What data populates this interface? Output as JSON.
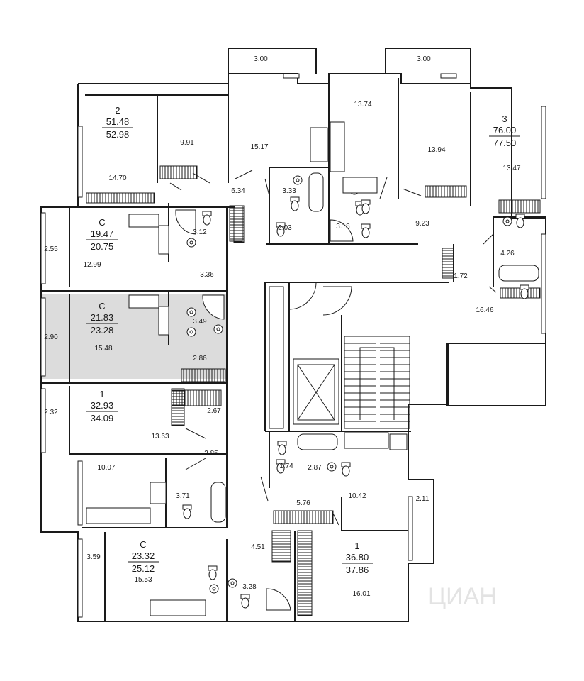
{
  "colors": {
    "wall": "#1a1a1a",
    "highlight": "#dcdcdc",
    "background": "#ffffff"
  },
  "watermark": "ЦИАН",
  "apartments": [
    {
      "id": "apt-2",
      "type": "2",
      "area_living": "51.48",
      "area_total": "52.98"
    },
    {
      "id": "apt-3",
      "type": "3",
      "area_living": "76.00",
      "area_total": "77.50"
    },
    {
      "id": "apt-c1",
      "type": "C",
      "area_living": "19.47",
      "area_total": "20.75"
    },
    {
      "id": "apt-c2",
      "type": "C",
      "area_living": "21.83",
      "area_total": "23.28",
      "highlighted": true
    },
    {
      "id": "apt-1a",
      "type": "1",
      "area_living": "32.93",
      "area_total": "34.09"
    },
    {
      "id": "apt-c3",
      "type": "C",
      "area_living": "23.32",
      "area_total": "25.12"
    },
    {
      "id": "apt-1b",
      "type": "1",
      "area_living": "36.80",
      "area_total": "37.86"
    }
  ],
  "room_areas": [
    "3.00",
    "3.00",
    "13.74",
    "9.91",
    "15.17",
    "13.94",
    "13.47",
    "14.70",
    "6.34",
    "3.33",
    "9.23",
    "2.03",
    "3.18",
    "3.12",
    "2.55",
    "12.99",
    "4.26",
    "3.36",
    "1.72",
    "16.46",
    "3.49",
    "2.90",
    "15.48",
    "2.86",
    "2.67",
    "2.32",
    "13.63",
    "2.85",
    "10.07",
    "3.71",
    "1.74",
    "2.87",
    "5.76",
    "10.42",
    "2.11",
    "4.51",
    "3.59",
    "15.53",
    "3.28",
    "16.01"
  ]
}
